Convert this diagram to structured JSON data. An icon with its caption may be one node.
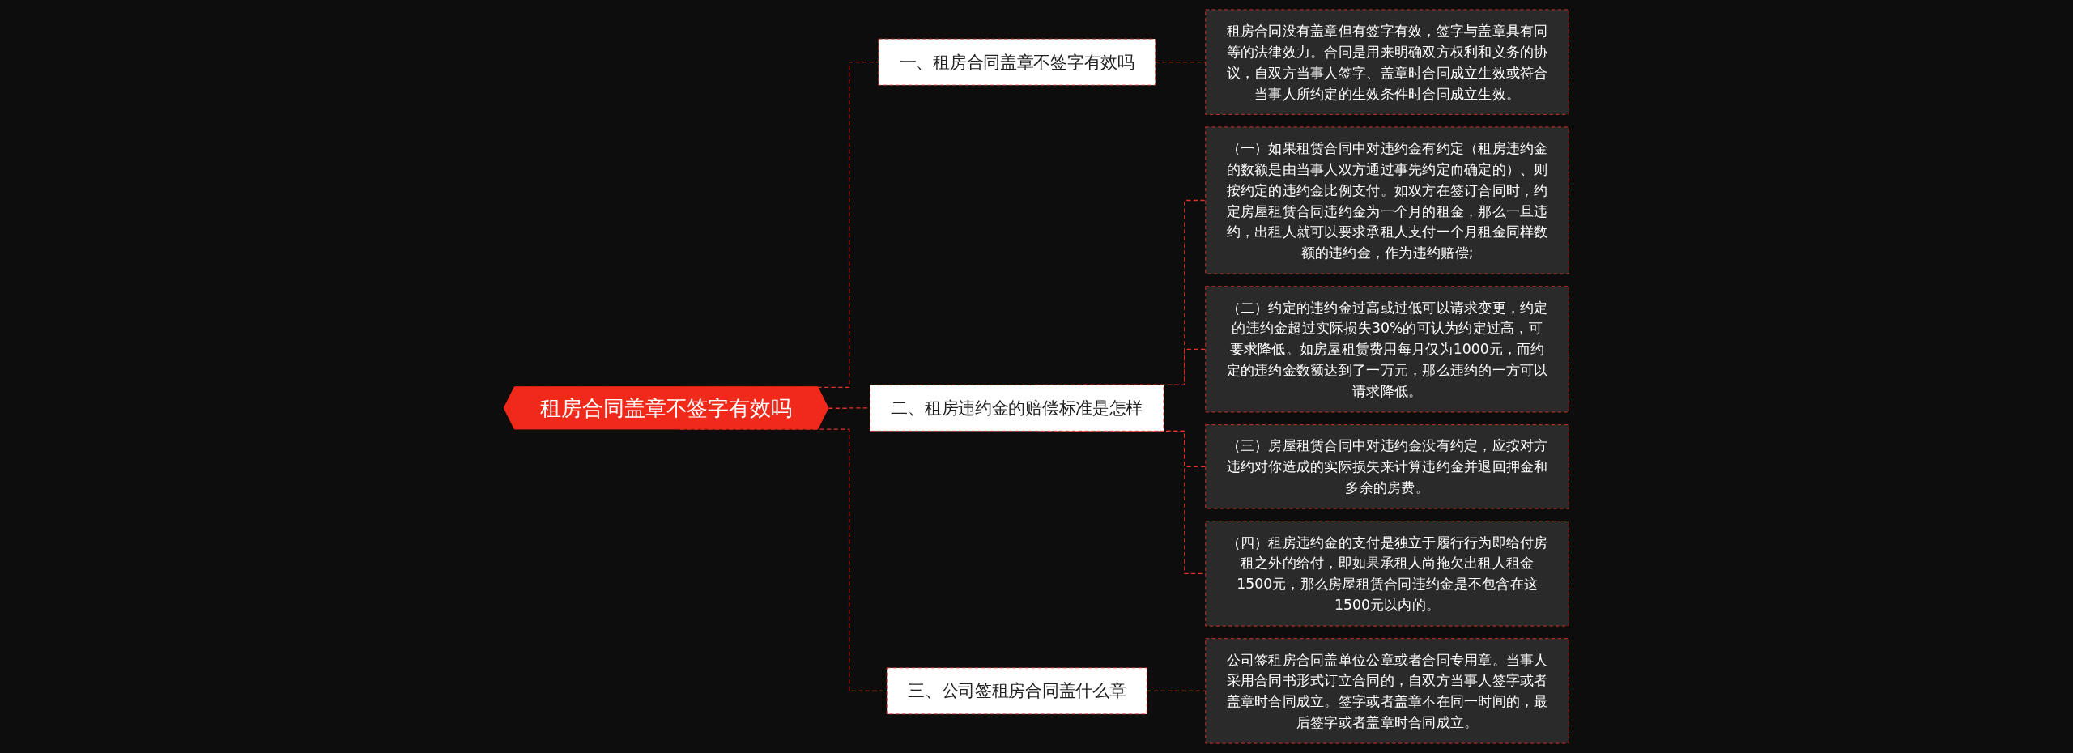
{
  "diagram": {
    "nodes": [
      {
        "text": [
          "租房合同盖章不签字有效吗"
        ]
      },
      {
        "text": [
          "一、租房合同盖章不签字有效吗"
        ]
      },
      {
        "text": [
          "租房合同没有盖章但有签字有效，签字与盖章具有同等的法律效力。合同是用来明确双方权利和义务的协议，自双方当事人签字、盖章时合同成立生效或符合当事人所约定的生效条件时合同成立生效。"
        ]
      },
      {
        "text": [
          "二、租房违约金的赔偿标准是怎样"
        ]
      },
      {
        "text": [
          "（一）如果租赁合同中对违约金有约定（租房违约金的数额是由当事人双方通过事先约定而确定的）、则按约定的违约金比例支付。如双方在签订合同时，约定房屋租赁合同违约金为一个月的租金，那么一旦违约，出租人就可以要求承租人支付一个月租金同样数额的违约金，作为违约赔偿;"
        ]
      },
      {
        "text": [
          "（二）约定的违约金过高或过低可以请求变更，约定的违约金超过实际损失30%的可认为约定过高，可要求降低。如房屋租赁费用每月仅为1000元，而约定的违约金数额达到了一万元，那么违约的一方可以请求降低。"
        ]
      },
      {
        "text": [
          "（三）房屋租赁合同中对违约金没有约定，应按对方违约对你造成的实际损失来计算违约金并退回押金和多余的房费。"
        ]
      },
      {
        "text": [
          "（四）租房违约金的支付是独立于履行行为即给付房租之外的给付，即如果承租人尚拖欠出租人租金1500元，那么房屋租赁合同违约金是不包含在这1500元以内的。"
        ]
      },
      {
        "text": [
          "三、公司签租房合同盖什么章"
        ]
      },
      {
        "text": [
          "公司签租房合同盖单位公章或者合同专用章。当事人采用合同书形式订立合同的，自双方当事人签字或者盖章时合同成立。签字或者盖章不在同一时间的，最后签字或者盖章时合同成立。"
        ]
      }
    ],
    "edges": [
      {
        "from": 0,
        "to": 1,
        "arrow": "none",
        "style": "dashed"
      },
      {
        "from": 1,
        "to": 2,
        "arrow": "none",
        "style": "dashed"
      },
      {
        "from": 0,
        "to": 3,
        "arrow": "none",
        "style": "dashed"
      },
      {
        "from": 3,
        "to": 4,
        "arrow": "none",
        "style": "dashed"
      },
      {
        "from": 3,
        "to": 5,
        "arrow": "none",
        "style": "dashed"
      },
      {
        "from": 3,
        "to": 6,
        "arrow": "none",
        "style": "dashed"
      },
      {
        "from": 3,
        "to": 7,
        "arrow": "none",
        "style": "dashed"
      },
      {
        "from": 0,
        "to": 8,
        "arrow": "none",
        "style": "dashed"
      },
      {
        "from": 8,
        "to": 9,
        "arrow": "none",
        "style": "dashed"
      }
    ]
  }
}
